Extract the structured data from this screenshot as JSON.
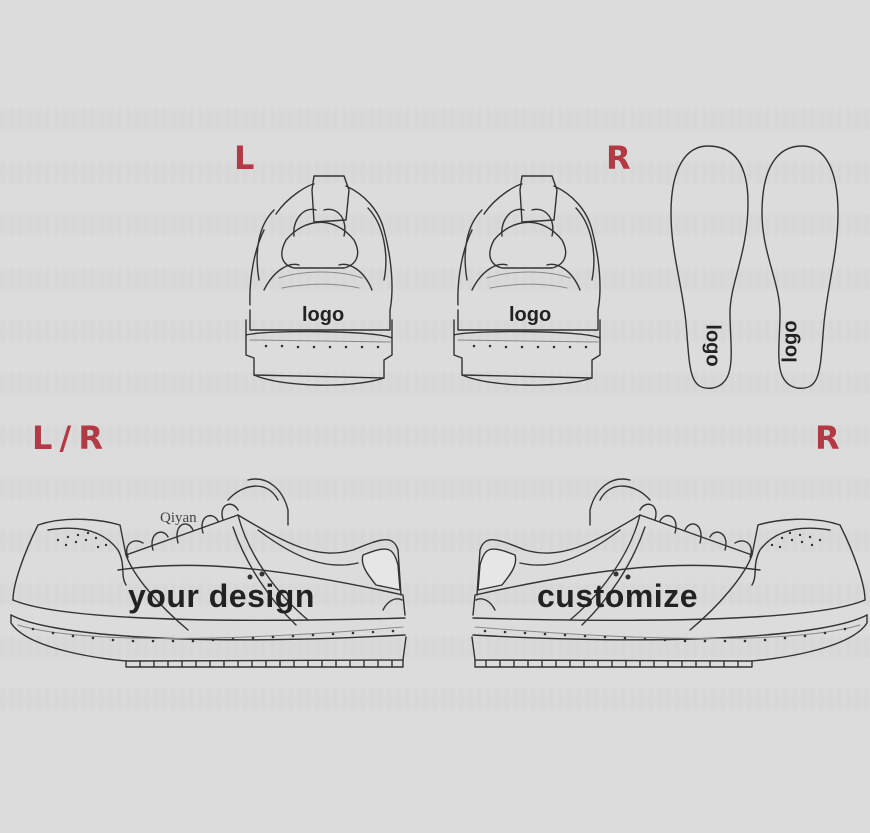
{
  "background_color": "#dcdcdc",
  "accent_color": "#b33a45",
  "labels": {
    "back_left": "L",
    "back_right": "R",
    "side_left": "L / R",
    "side_right": "R"
  },
  "back_view": {
    "left_logo": "logo",
    "right_logo": "logo"
  },
  "insoles": {
    "left_logo": "logo",
    "right_logo": "logo"
  },
  "side_view": {
    "left_text": "your design",
    "right_text": "customize",
    "watermark": "Qiyan"
  }
}
